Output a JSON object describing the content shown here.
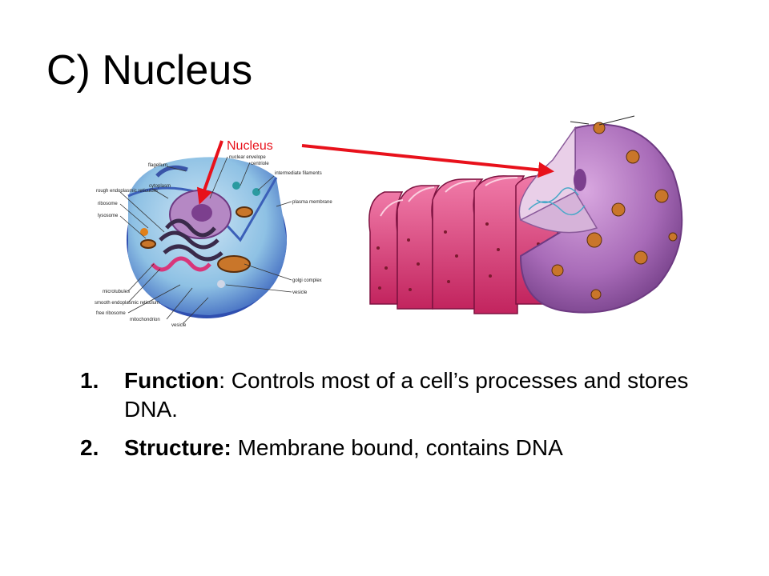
{
  "slide": {
    "title": "C) Nucleus"
  },
  "diagram": {
    "callout_label": "Nucleus",
    "callout_color": "#e8111b",
    "cell_labels": [
      "flagellum",
      "nuclear envelope",
      "centriole",
      "intermediate filaments",
      "cytoplasm",
      "rough endoplasmic reticulum",
      "ribosome",
      "lysosome",
      "plasma membrane",
      "golgi complex",
      "vesicle",
      "microtubules",
      "smooth endoplasmic reticulum",
      "free ribosome",
      "mitochondrion",
      "vesicle"
    ]
  },
  "points": [
    {
      "number": "1.",
      "term": "Function",
      "sep": ": ",
      "text": "Controls most of a cell’s processes and stores DNA."
    },
    {
      "number": "2.",
      "term": "Structure:",
      "sep": " ",
      "text": "Membrane bound, contains DNA"
    }
  ]
}
